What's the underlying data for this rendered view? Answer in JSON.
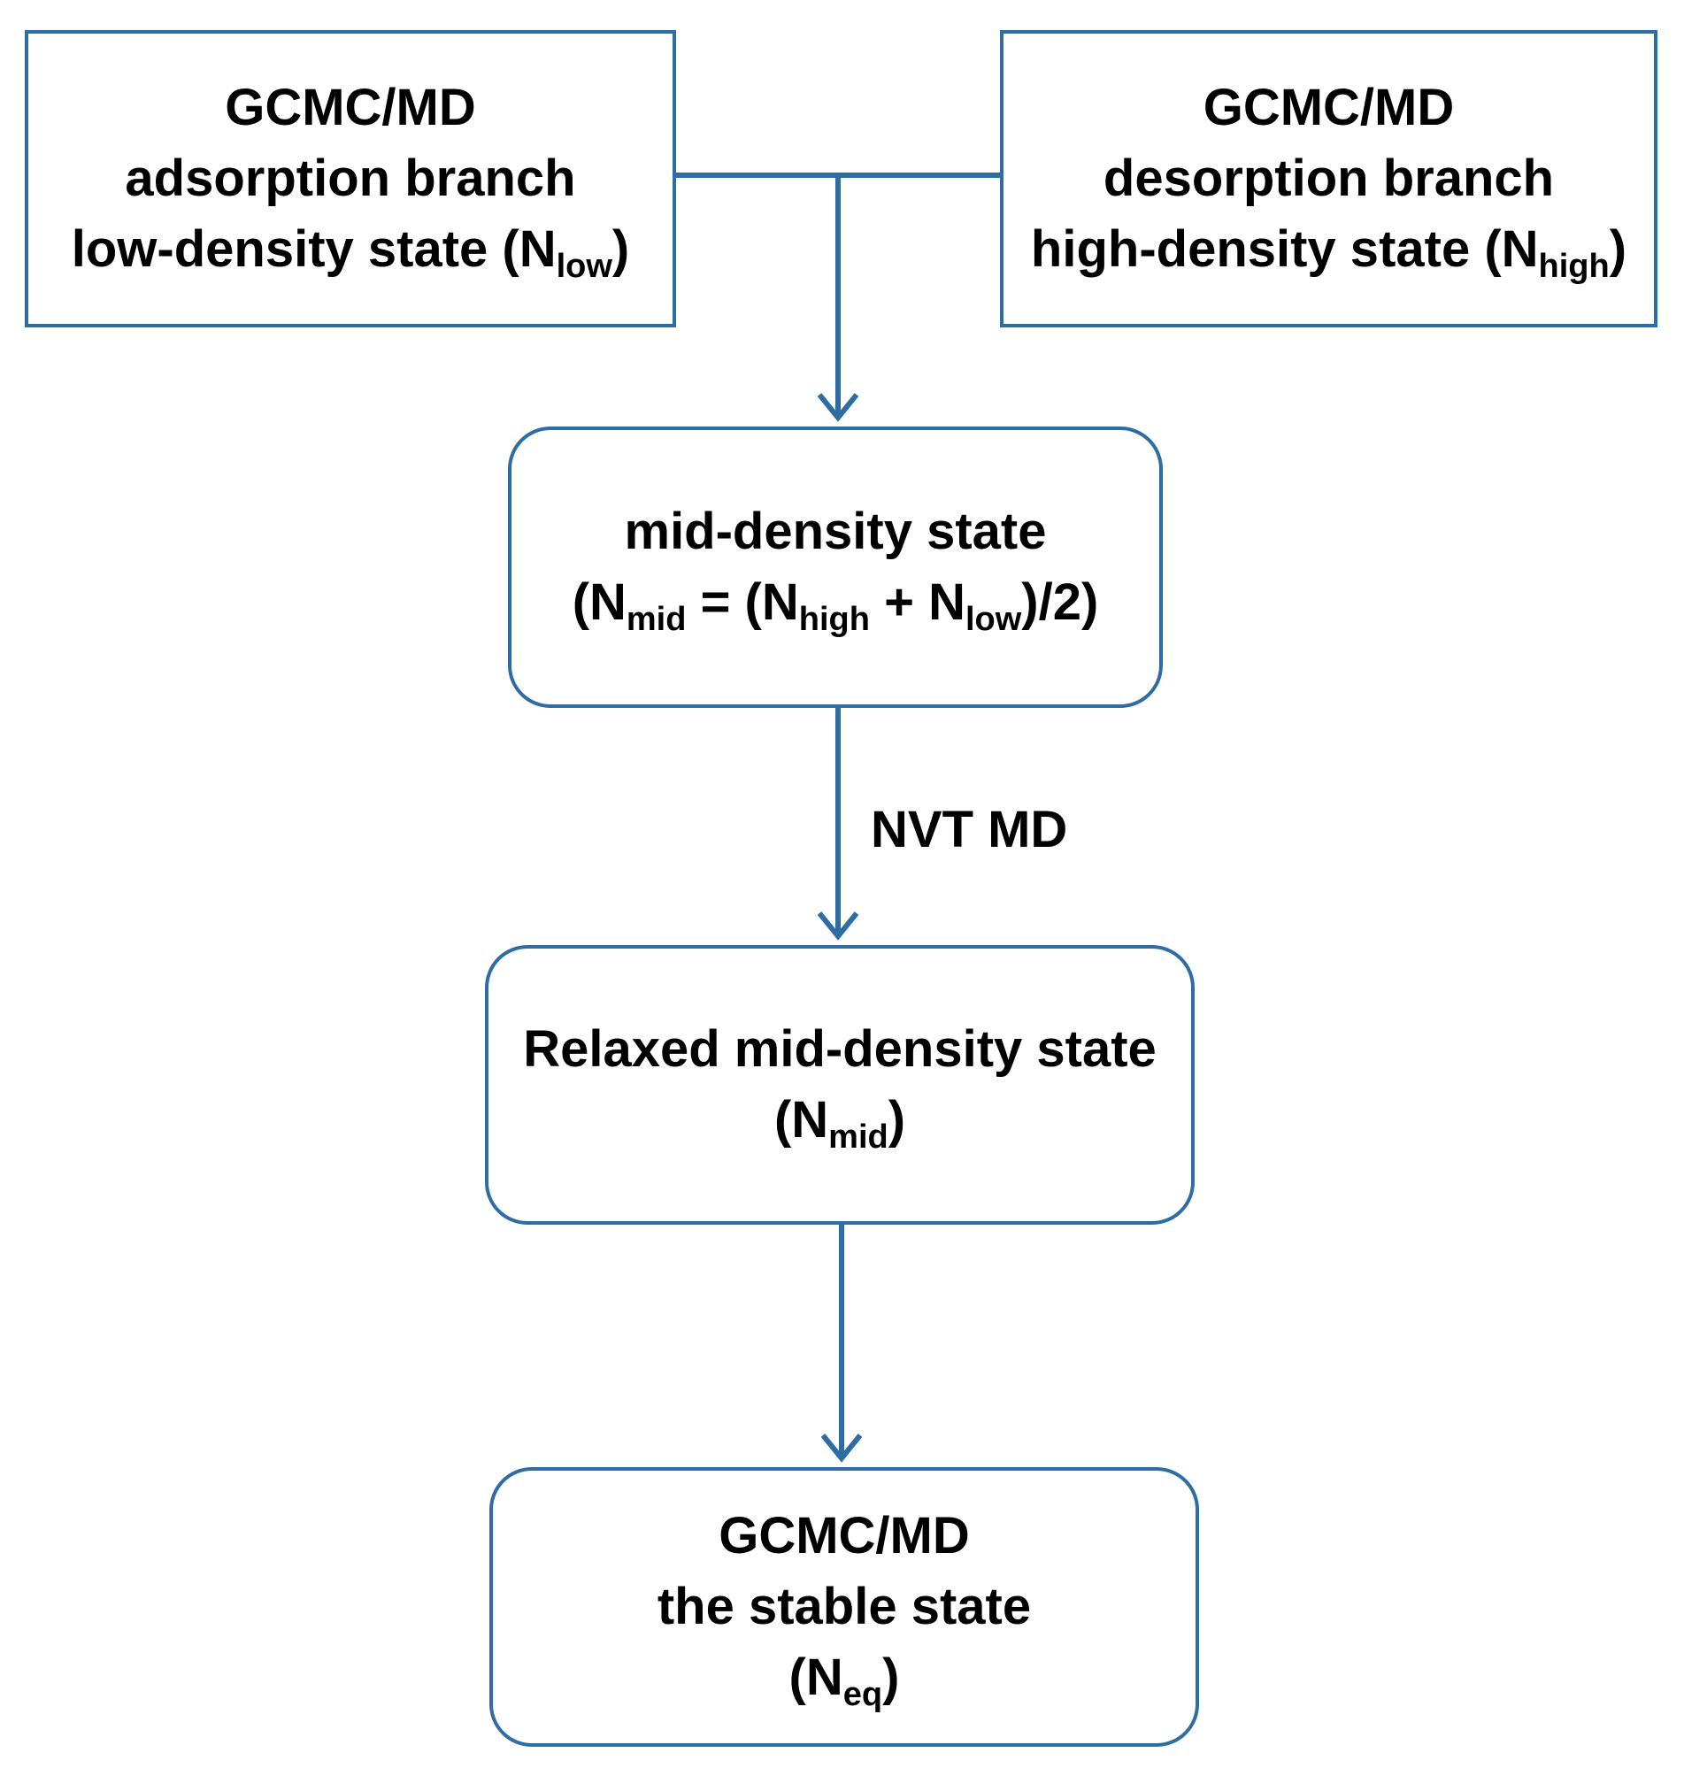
{
  "colors": {
    "stroke": "#2e6da4",
    "text": "#000000",
    "background": "#ffffff"
  },
  "nodes": {
    "adsorption": {
      "line1": "GCMC/MD",
      "line2": "adsorption branch",
      "line3_prefix": "low-density state (N",
      "line3_sub": "low",
      "line3_suffix": ")"
    },
    "desorption": {
      "line1": "GCMC/MD",
      "line2": "desorption branch",
      "line3_prefix": "high-density state (N",
      "line3_sub": "high",
      "line3_suffix": ")"
    },
    "mid": {
      "line1": "mid-density state",
      "line2_t1": "(N",
      "line2_sub1": "mid",
      "line2_t2": " = (N",
      "line2_sub2": "high",
      "line2_t3": " + N",
      "line2_sub3": "low",
      "line2_t4": ")/2)"
    },
    "relaxed": {
      "line1": "Relaxed mid-density state",
      "line2_prefix": "(N",
      "line2_sub": "mid",
      "line2_suffix": ")"
    },
    "stable": {
      "line1": "GCMC/MD",
      "line2": "the stable state",
      "line3_prefix": "(N",
      "line3_sub": "eq",
      "line3_suffix": ")"
    }
  },
  "edges": {
    "mid_to_relaxed_label": "NVT MD"
  }
}
